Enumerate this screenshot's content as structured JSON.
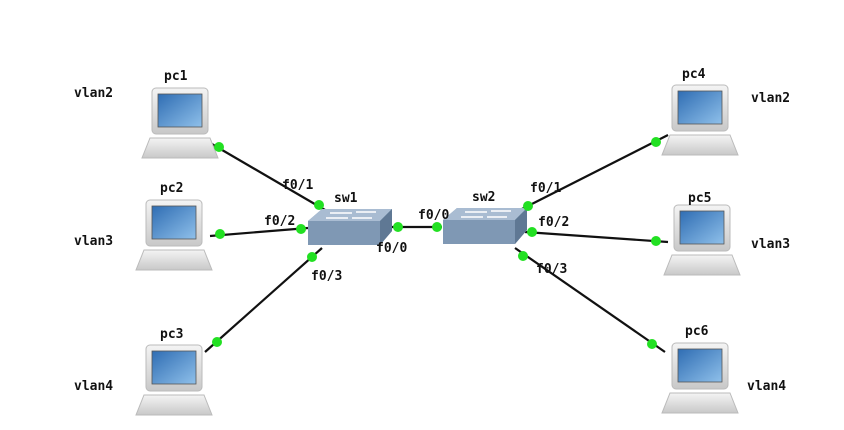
{
  "nodes": {
    "pc1": {
      "name": "pc1",
      "vlan": "vlan2"
    },
    "pc2": {
      "name": "pc2",
      "vlan": "vlan3"
    },
    "pc3": {
      "name": "pc3",
      "vlan": "vlan4"
    },
    "pc4": {
      "name": "pc4",
      "vlan": "vlan2"
    },
    "pc5": {
      "name": "pc5",
      "vlan": "vlan3"
    },
    "pc6": {
      "name": "pc6",
      "vlan": "vlan4"
    },
    "sw1": {
      "name": "sw1"
    },
    "sw2": {
      "name": "sw2"
    }
  },
  "ports": {
    "sw1_f01": "f0/1",
    "sw1_f02": "f0/2",
    "sw1_f03": "f0/3",
    "sw1_f00": "f0/0",
    "sw2_f00": "f0/0",
    "sw2_f01": "f0/1",
    "sw2_f02": "f0/2",
    "sw2_f03": "f0/3"
  },
  "colors": {
    "link_dot": "#22e022",
    "link": "#111111",
    "switch": "#7f98b4",
    "screen": "#3a7cc0"
  }
}
